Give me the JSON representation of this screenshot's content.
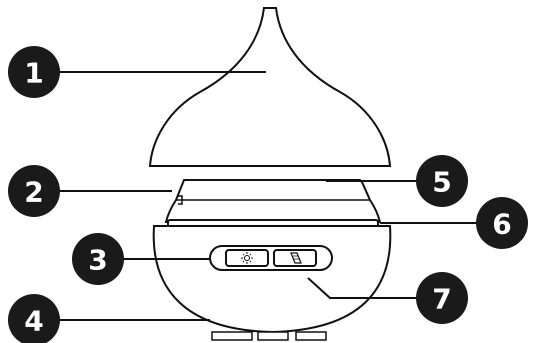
{
  "callouts": [
    {
      "number": "1",
      "part": "diffuser-cover"
    },
    {
      "number": "2",
      "part": "water-tank-mark"
    },
    {
      "number": "3",
      "part": "light-button"
    },
    {
      "number": "4",
      "part": "base"
    },
    {
      "number": "5",
      "part": "water-tank"
    },
    {
      "number": "6",
      "part": "base-rim"
    },
    {
      "number": "7",
      "part": "mist-button"
    }
  ],
  "colors": {
    "stroke": "#111111",
    "badge": "#1a1a1a",
    "background": "#ffffff"
  },
  "icons": {
    "light_button": "sun-icon",
    "mist_button": "mist-icon"
  }
}
